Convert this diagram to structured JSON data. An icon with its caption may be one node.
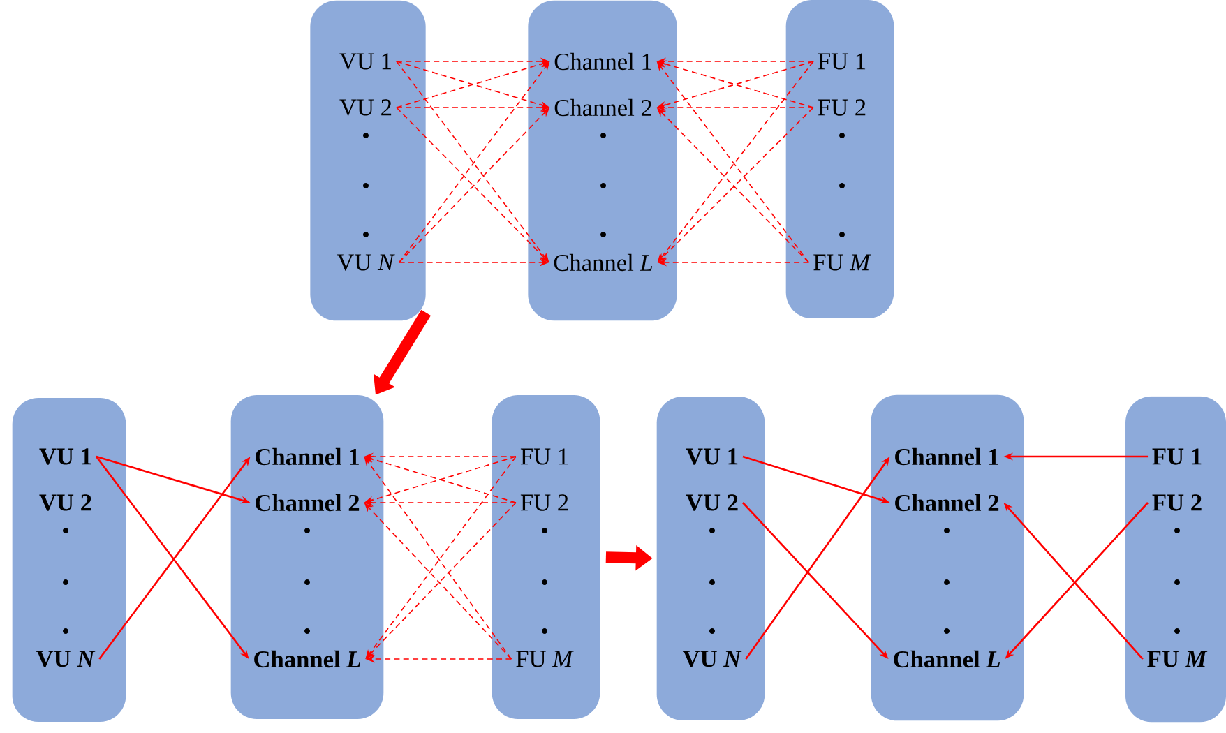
{
  "diagram": {
    "nodes": [
      {
        "text": [],
        "shape": "box"
      },
      {
        "text": [
          "VU 1"
        ],
        "in": 0
      },
      {
        "text": [
          "VU 2"
        ],
        "in": 0
      },
      {
        "text": [
          "VU *N*"
        ],
        "in": 0
      },
      {
        "text": [],
        "shape": "box"
      },
      {
        "text": [
          "Channel 1"
        ],
        "in": 4
      },
      {
        "text": [
          "Channel 2"
        ],
        "in": 4
      },
      {
        "text": [
          "Channel *L*"
        ],
        "in": 4
      },
      {
        "text": [],
        "shape": "box"
      },
      {
        "text": [
          "FU 1"
        ],
        "in": 8
      },
      {
        "text": [
          "FU 2"
        ],
        "in": 8
      },
      {
        "text": [
          "FU *M*"
        ],
        "in": 8
      },
      {
        "text": [],
        "shape": "box"
      },
      {
        "text": [
          "VU 1"
        ],
        "in": 12
      },
      {
        "text": [
          "VU 2"
        ],
        "in": 12
      },
      {
        "text": [
          "VU *N*"
        ],
        "in": 12
      },
      {
        "text": [],
        "shape": "box"
      },
      {
        "text": [
          "Channel 1"
        ],
        "in": 16
      },
      {
        "text": [
          "Channel 2"
        ],
        "in": 16
      },
      {
        "text": [
          "Channel *L*"
        ],
        "in": 16
      },
      {
        "text": [],
        "shape": "box"
      },
      {
        "text": [
          "FU 1"
        ],
        "in": 20
      },
      {
        "text": [
          "FU 2"
        ],
        "in": 20
      },
      {
        "text": [
          "FU *M*"
        ],
        "in": 20
      },
      {
        "text": [],
        "shape": "box"
      },
      {
        "text": [
          "VU 1"
        ],
        "in": 24
      },
      {
        "text": [
          "VU 2"
        ],
        "in": 24
      },
      {
        "text": [
          "VU *N*"
        ],
        "in": 24
      },
      {
        "text": [],
        "shape": "box"
      },
      {
        "text": [
          "Channel 1"
        ],
        "in": 28
      },
      {
        "text": [
          "Channel 2"
        ],
        "in": 28
      },
      {
        "text": [
          "Channel *L*"
        ],
        "in": 28
      },
      {
        "text": [],
        "shape": "box"
      },
      {
        "text": [
          "FU 1"
        ],
        "in": 32
      },
      {
        "text": [
          "FU 2"
        ],
        "in": 32
      },
      {
        "text": [
          "FU *M*"
        ],
        "in": 32
      }
    ],
    "edges": [
      {
        "from": 1,
        "to": 5,
        "arrow": "to",
        "style": "dashed"
      },
      {
        "from": 1,
        "to": 6,
        "arrow": "to",
        "style": "dashed"
      },
      {
        "from": 1,
        "to": 7,
        "arrow": "to",
        "style": "dashed"
      },
      {
        "from": 2,
        "to": 5,
        "arrow": "to",
        "style": "dashed"
      },
      {
        "from": 2,
        "to": 6,
        "arrow": "to",
        "style": "dashed"
      },
      {
        "from": 2,
        "to": 7,
        "arrow": "to",
        "style": "dashed"
      },
      {
        "from": 3,
        "to": 5,
        "arrow": "to",
        "style": "dashed"
      },
      {
        "from": 3,
        "to": 6,
        "arrow": "to",
        "style": "dashed"
      },
      {
        "from": 3,
        "to": 7,
        "arrow": "to",
        "style": "dashed"
      },
      {
        "from": 9,
        "to": 5,
        "arrow": "to",
        "style": "dashed"
      },
      {
        "from": 9,
        "to": 6,
        "arrow": "to",
        "style": "dashed"
      },
      {
        "from": 9,
        "to": 7,
        "arrow": "to",
        "style": "dashed"
      },
      {
        "from": 10,
        "to": 5,
        "arrow": "to",
        "style": "dashed"
      },
      {
        "from": 10,
        "to": 6,
        "arrow": "to",
        "style": "dashed"
      },
      {
        "from": 10,
        "to": 7,
        "arrow": "to",
        "style": "dashed"
      },
      {
        "from": 11,
        "to": 5,
        "arrow": "to",
        "style": "dashed"
      },
      {
        "from": 11,
        "to": 6,
        "arrow": "to",
        "style": "dashed"
      },
      {
        "from": 11,
        "to": 7,
        "arrow": "to",
        "style": "dashed"
      },
      {
        "from": 0,
        "to": 16,
        "arrow": "to",
        "style": "thick"
      },
      {
        "from": 13,
        "to": 18,
        "arrow": "to"
      },
      {
        "from": 13,
        "to": 19,
        "arrow": "to"
      },
      {
        "from": 15,
        "to": 17,
        "arrow": "to"
      },
      {
        "from": 21,
        "to": 17,
        "arrow": "to",
        "style": "dashed"
      },
      {
        "from": 21,
        "to": 18,
        "arrow": "to",
        "style": "dashed"
      },
      {
        "from": 21,
        "to": 19,
        "arrow": "to",
        "style": "dashed"
      },
      {
        "from": 22,
        "to": 17,
        "arrow": "to",
        "style": "dashed"
      },
      {
        "from": 22,
        "to": 18,
        "arrow": "to",
        "style": "dashed"
      },
      {
        "from": 22,
        "to": 19,
        "arrow": "to",
        "style": "dashed"
      },
      {
        "from": 23,
        "to": 17,
        "arrow": "to",
        "style": "dashed"
      },
      {
        "from": 23,
        "to": 18,
        "arrow": "to",
        "style": "dashed"
      },
      {
        "from": 23,
        "to": 19,
        "arrow": "to",
        "style": "dashed"
      },
      {
        "from": 20,
        "to": 24,
        "arrow": "to",
        "style": "thick"
      },
      {
        "from": 25,
        "to": 30,
        "arrow": "to"
      },
      {
        "from": 26,
        "to": 31,
        "arrow": "to"
      },
      {
        "from": 27,
        "to": 29,
        "arrow": "to"
      },
      {
        "from": 33,
        "to": 29,
        "arrow": "to"
      },
      {
        "from": 34,
        "to": 31,
        "arrow": "to"
      },
      {
        "from": 35,
        "to": 30,
        "arrow": "to"
      }
    ]
  }
}
